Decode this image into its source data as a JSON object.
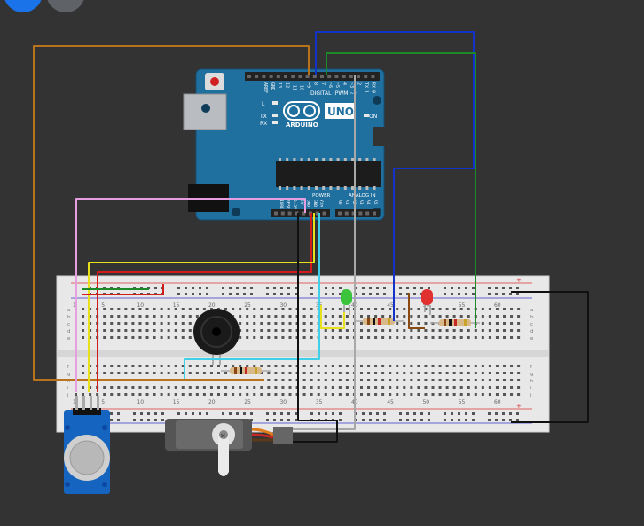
{
  "toolbar": {
    "primary_fab_color": "#1a73e8",
    "secondary_fab_color": "#5f6368"
  },
  "colors": {
    "canvas_bg": "#333333",
    "arduino_board": "#1f6f9f",
    "breadboard": "#e8e8e8",
    "wire_orange": "#b8731c",
    "wire_blue": "#1232c8",
    "wire_green": "#1d8a2a",
    "wire_pink": "#e79ee0",
    "wire_red": "#d21b1b",
    "wire_yellow": "#e8e01b",
    "wire_cyan": "#3fd0e8",
    "wire_grey": "#a8a8a8",
    "wire_black": "#111111",
    "wire_brown": "#8b4a12"
  },
  "arduino": {
    "brand": "ARDUINO",
    "model": "UNO",
    "digital_label": "DIGITAL (PWM ~)",
    "power_label": "POWER",
    "analog_label": "ANALOG IN",
    "on_label": "ON",
    "tx_label": "TX",
    "rx_label": "RX",
    "l_label": "L",
    "digital_pins": [
      "AREF",
      "GND",
      "13",
      "12",
      "~11",
      "~10",
      "~9",
      "8",
      "7",
      "~6",
      "~5",
      "4",
      "~3",
      "2",
      "TX 1",
      "RX 0"
    ],
    "power_pins": [
      "IOREF",
      "RESET",
      "3.3V",
      "5V",
      "GND",
      "GND",
      "Vin"
    ],
    "analog_pins": [
      "A0",
      "A1",
      "A2",
      "A3",
      "A4",
      "A5"
    ]
  },
  "breadboard": {
    "column_numbers": [
      "1",
      "5",
      "10",
      "15",
      "20",
      "25",
      "30",
      "35",
      "40",
      "45",
      "50",
      "55",
      "60"
    ],
    "row_letters_top": [
      "a",
      "b",
      "c",
      "d",
      "e"
    ],
    "row_letters_bottom": [
      "f",
      "g",
      "h",
      "i",
      "j"
    ],
    "rail_plus": "+",
    "rail_minus": "-"
  },
  "components": {
    "led_green": "green LED",
    "led_red": "red LED",
    "buzzer": "piezo buzzer",
    "servo": "servo motor",
    "gas_sensor": "gas sensor module"
  }
}
